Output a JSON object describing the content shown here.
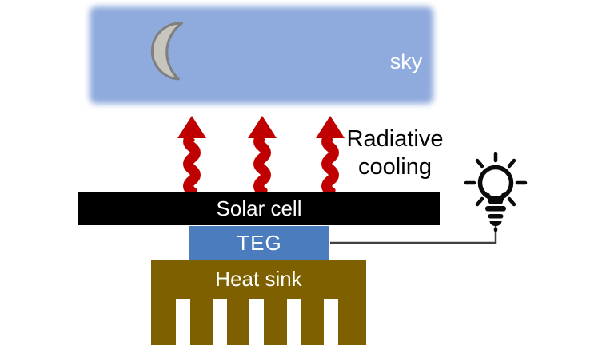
{
  "colors": {
    "sky": "#8FAADC",
    "arrow": "#C00000",
    "solar_cell": "#000000",
    "teg": "#4A7CBE",
    "heat_sink": "#7F6000",
    "moon_fill": "#C8C5BF",
    "moon_stroke": "#7F7F7F",
    "wire": "#404040",
    "bulb": "#0A0A0A",
    "label_light": "#FFFFFF",
    "label_dark": "#000000"
  },
  "sky": {
    "label": "sky"
  },
  "annotation": {
    "lines": [
      "Radiative",
      "cooling"
    ]
  },
  "layers": {
    "solar_cell": "Solar cell",
    "teg": "TEG",
    "heat_sink": "Heat sink"
  },
  "icons": {
    "moon": "crescent-moon",
    "bulb": "light-bulb",
    "arrows": "radiative-heat-arrows"
  }
}
